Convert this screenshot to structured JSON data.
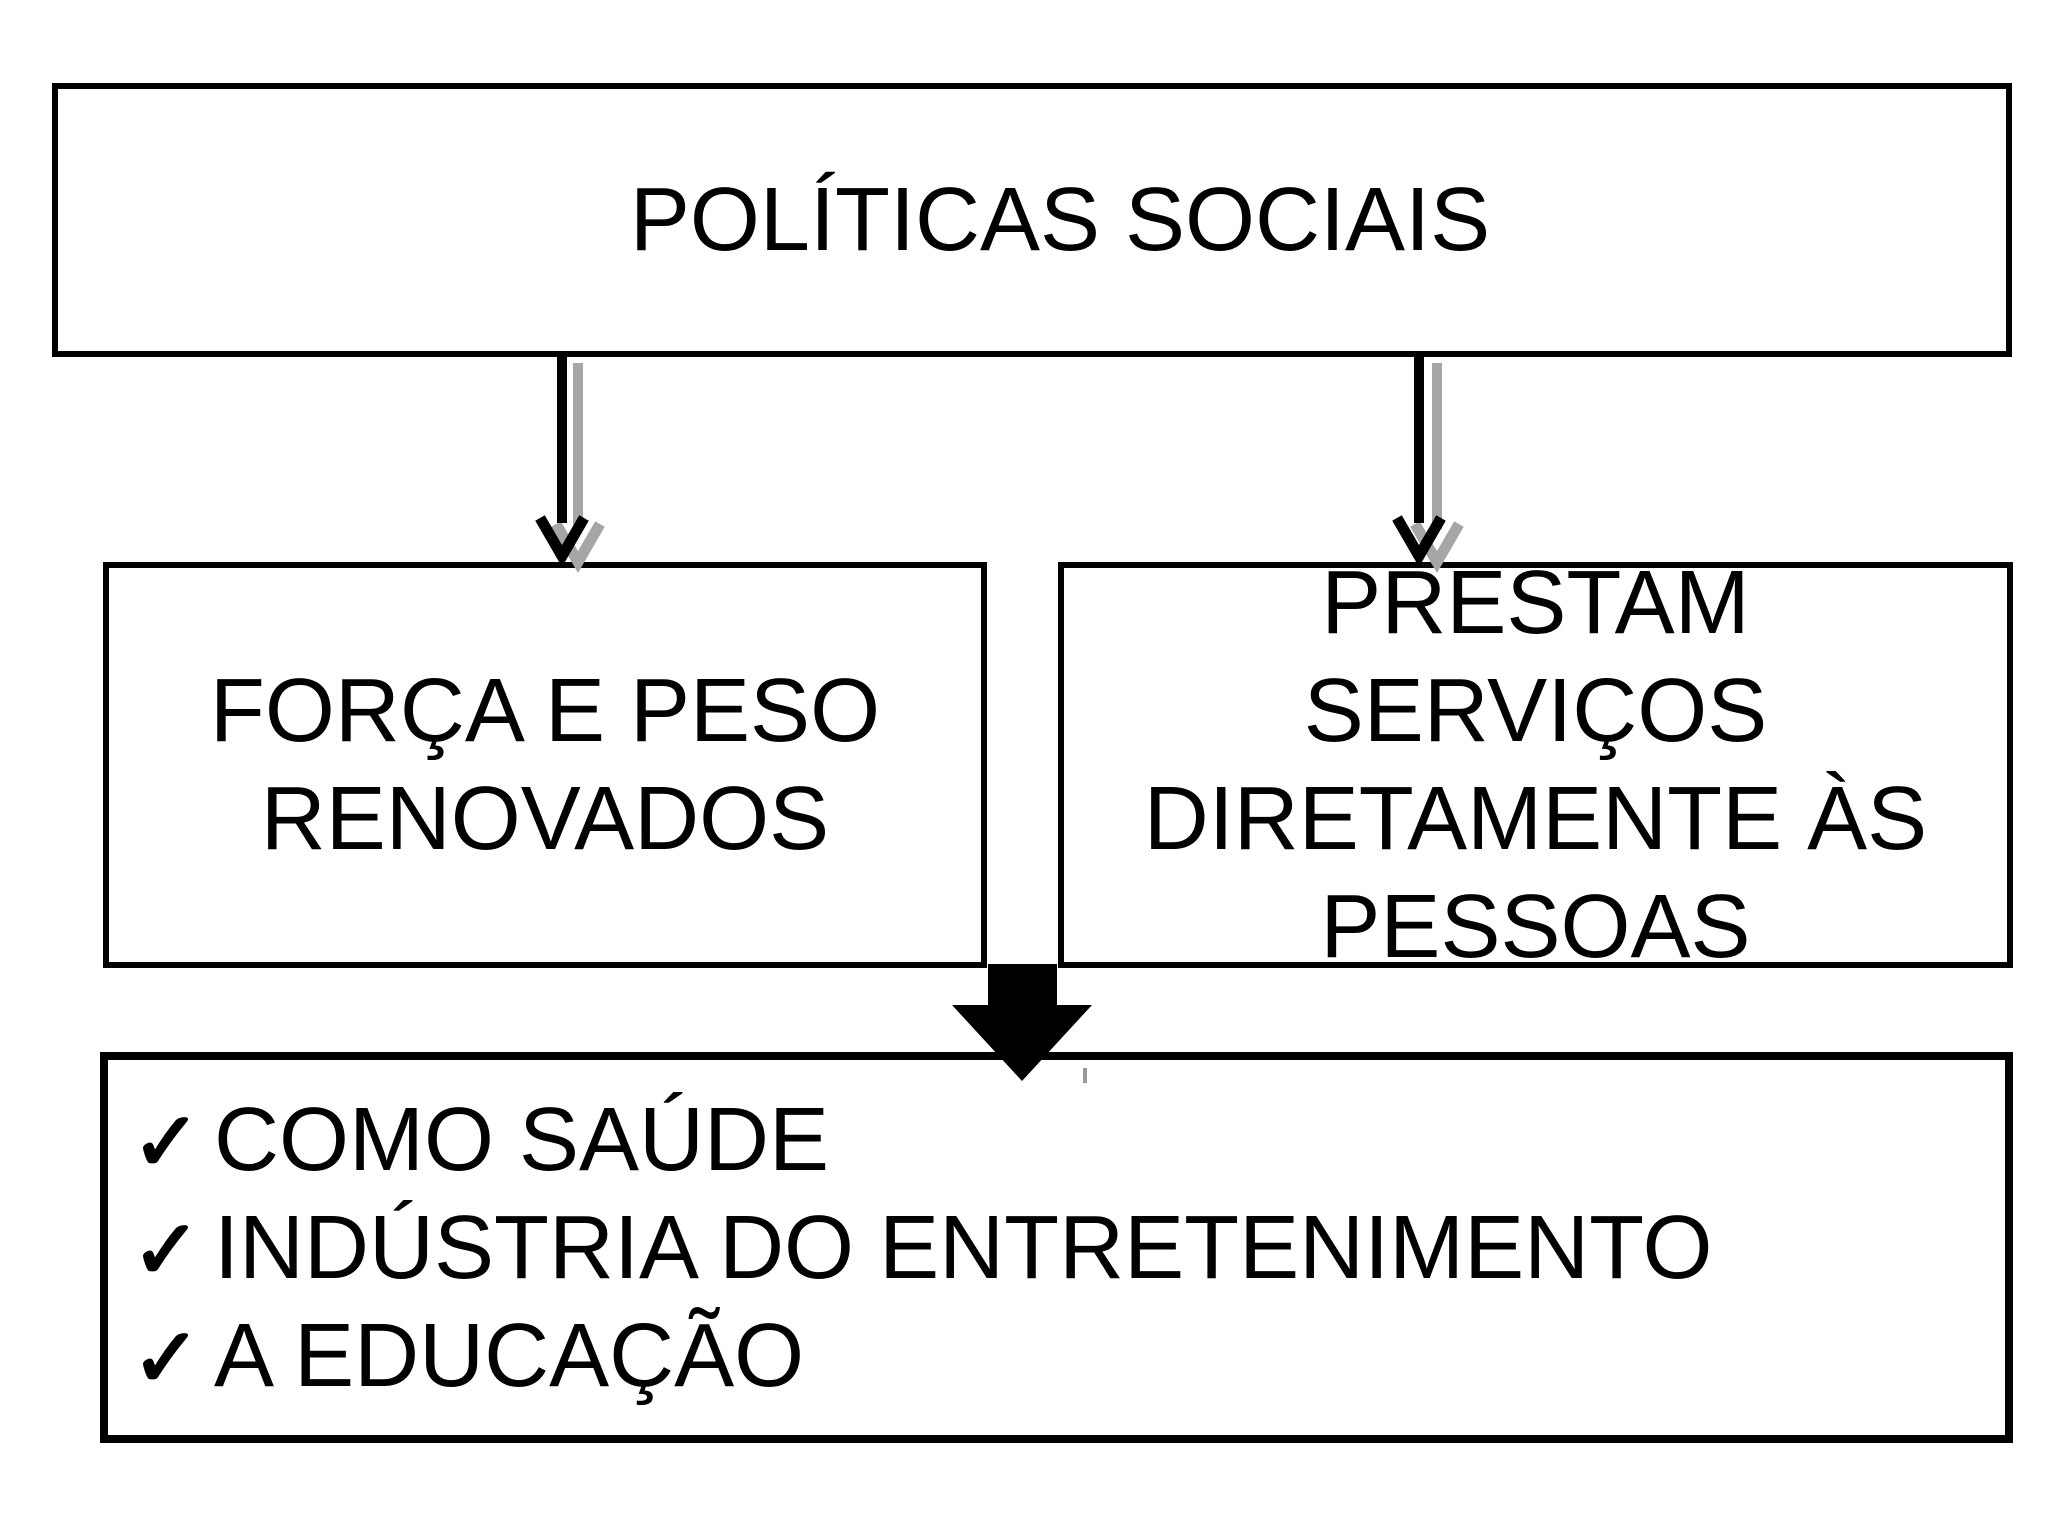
{
  "colors": {
    "bg": "#ffffff",
    "ink": "#000000",
    "shadow_gray": "#a6a6a6",
    "stray_gray": "#999999"
  },
  "top_box": {
    "text": "POLÍTICAS SOCIAIS"
  },
  "left_box": {
    "text": "FORÇA E PESO\nRENOVADOS"
  },
  "right_box": {
    "text": "PRESTAM\nSERVIÇOS\nDIRETAMENTE ÀS\nPESSOAS"
  },
  "bottom_box": {
    "check_glyph": "✓",
    "items": [
      {
        "label": "COMO SAÚDE"
      },
      {
        "label": "INDÚSTRIA DO ENTRETENIMENTO"
      },
      {
        "label": "A EDUCAÇÃO"
      }
    ]
  }
}
